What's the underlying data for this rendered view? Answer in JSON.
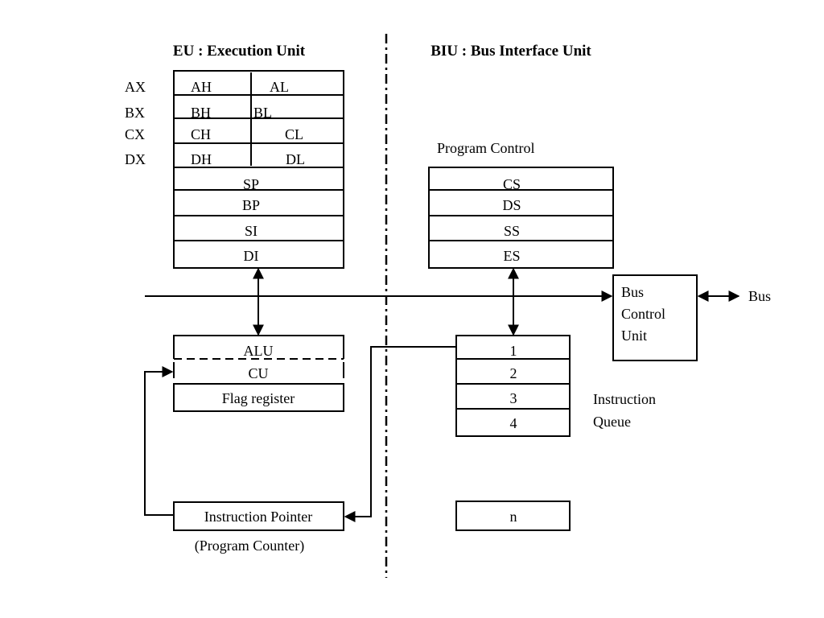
{
  "titles": {
    "eu": "EU : Execution Unit",
    "biu": "BIU : Bus Interface Unit"
  },
  "eu": {
    "general_registers": [
      {
        "name": "AX",
        "high": "AH",
        "low": "AL"
      },
      {
        "name": "BX",
        "high": "BH",
        "low": "BL"
      },
      {
        "name": "CX",
        "high": "CH",
        "low": "CL"
      },
      {
        "name": "DX",
        "high": "DH",
        "low": "DL"
      }
    ],
    "pointer_registers": [
      "SP",
      "BP",
      "SI",
      "DI"
    ],
    "alu": "ALU",
    "cu": "CU",
    "flag_register": "Flag register",
    "instruction_pointer": "Instruction Pointer",
    "program_counter": "(Program Counter)"
  },
  "biu": {
    "program_control": "Program Control",
    "segment_registers": [
      "CS",
      "DS",
      "SS",
      "ES"
    ],
    "bus_control_unit": [
      "Bus",
      "Control",
      "Unit"
    ],
    "bus": "Bus",
    "queue": [
      "1",
      "2",
      "3",
      "4"
    ],
    "queue_last": "n",
    "queue_label": [
      "Instruction",
      "Queue"
    ]
  }
}
